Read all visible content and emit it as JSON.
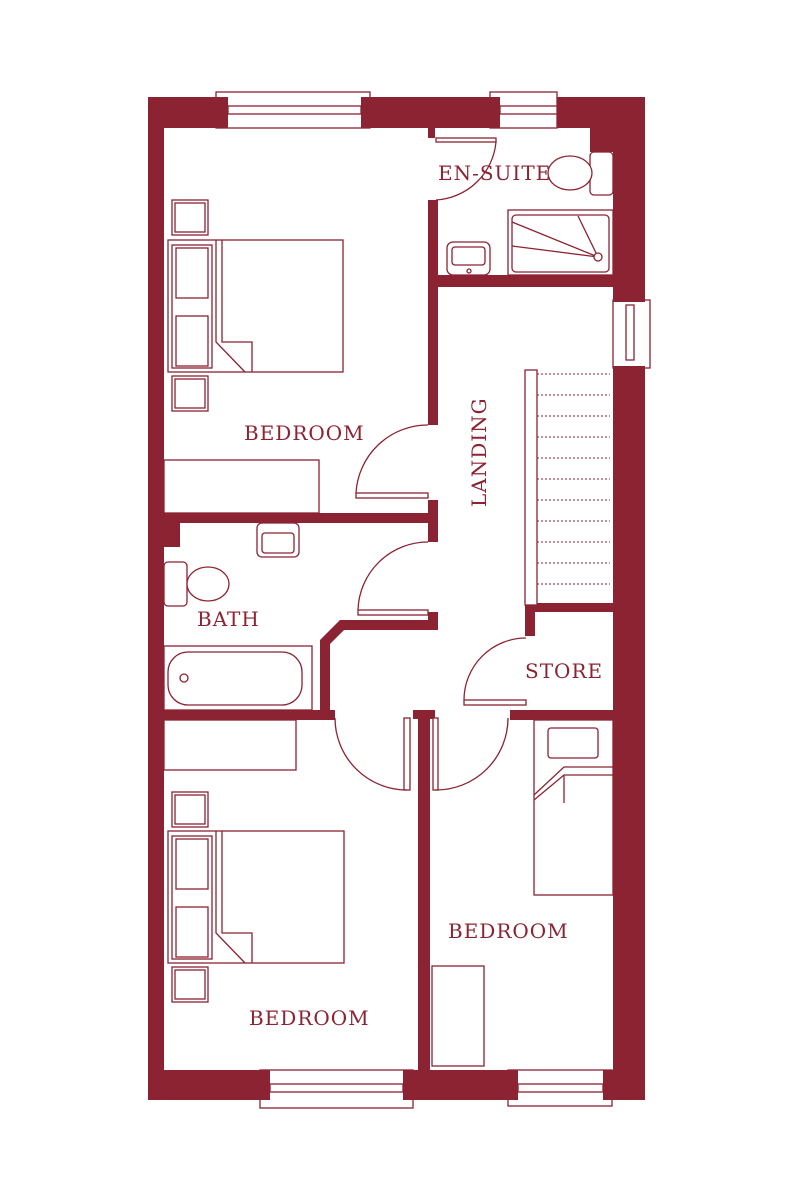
{
  "colors": {
    "wall": "#8B2332",
    "background": "#FFFFFF"
  },
  "rooms": {
    "ensuite": "EN-SUITE",
    "bedroom_main": "BEDROOM",
    "landing": "LANDING",
    "bath": "BATH",
    "store": "STORE",
    "bedroom_right": "BEDROOM",
    "bedroom_bottom_left": "BEDROOM"
  }
}
